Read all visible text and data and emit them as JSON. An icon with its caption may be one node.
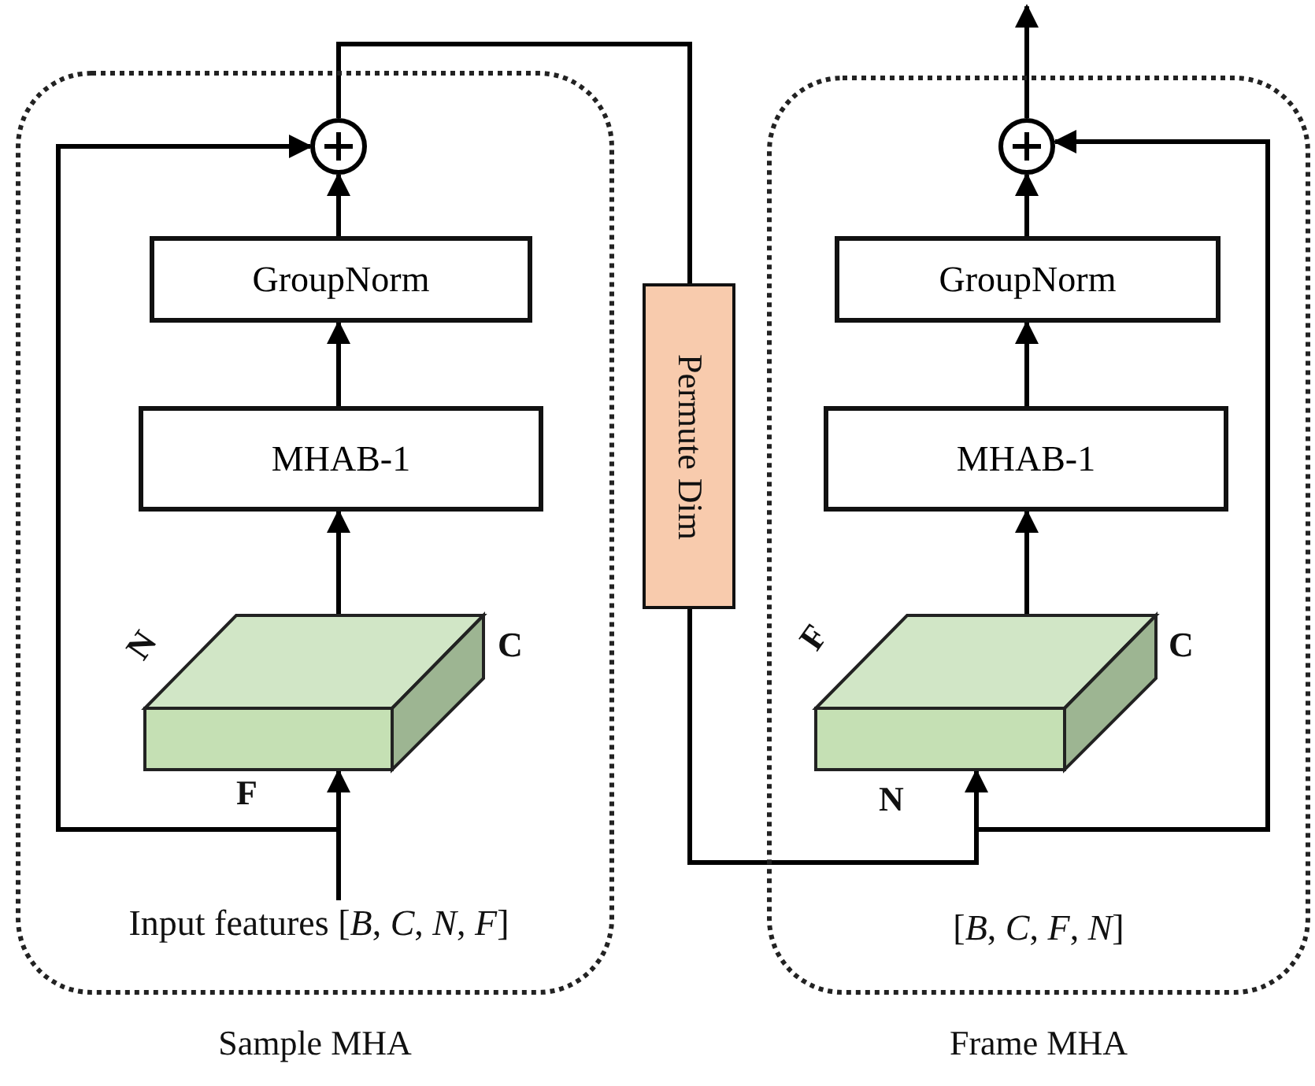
{
  "diagram": {
    "nodes": [
      {
        "text": [
          "Sample MHA"
        ]
      },
      {
        "text": [],
        "shape": "circle",
        "in": 0
      },
      {
        "text": [
          "GroupNorm"
        ],
        "in": 0
      },
      {
        "text": [
          "MHAB-1"
        ],
        "in": 0
      },
      {
        "text": [],
        "shape": "box",
        "in": 0,
        "beside": [
          "N",
          "C",
          "F"
        ]
      },
      {
        "text": [
          "Input features [*B*, *C*, *N*, *F*]"
        ],
        "in": 0
      },
      {
        "text": [
          "Permute Dim"
        ]
      },
      {
        "text": [
          "Frame MHA"
        ]
      },
      {
        "text": [],
        "shape": "circle",
        "in": 7
      },
      {
        "text": [
          "GroupNorm"
        ],
        "in": 7
      },
      {
        "text": [
          "MHAB-1"
        ],
        "in": 7
      },
      {
        "text": [],
        "shape": "box",
        "in": 7,
        "beside": [
          "F",
          "C",
          "N"
        ]
      }
    ],
    "edges": [
      {
        "from": 5,
        "to": 4,
        "arrow": "to"
      },
      {
        "from": 5,
        "to": 1,
        "arrow": "to"
      },
      {
        "from": 4,
        "to": 3,
        "arrow": "to"
      },
      {
        "from": 3,
        "to": 2,
        "arrow": "to"
      },
      {
        "from": 2,
        "to": 1,
        "arrow": "to"
      },
      {
        "from": 1,
        "to": 6,
        "arrow": "none"
      },
      {
        "from": 6,
        "to": 11,
        "arrow": "to"
      },
      {
        "from": 6,
        "to": 8,
        "arrow": "to"
      },
      {
        "from": 11,
        "to": 10,
        "arrow": "to"
      },
      {
        "from": 10,
        "to": 9,
        "arrow": "to"
      },
      {
        "from": 9,
        "to": 8,
        "arrow": "to"
      },
      {
        "from": 8,
        "to": null,
        "arrow": "to"
      }
    ],
    "labels": [
      "[*B*, *C*, *F*, *N*]"
    ]
  }
}
